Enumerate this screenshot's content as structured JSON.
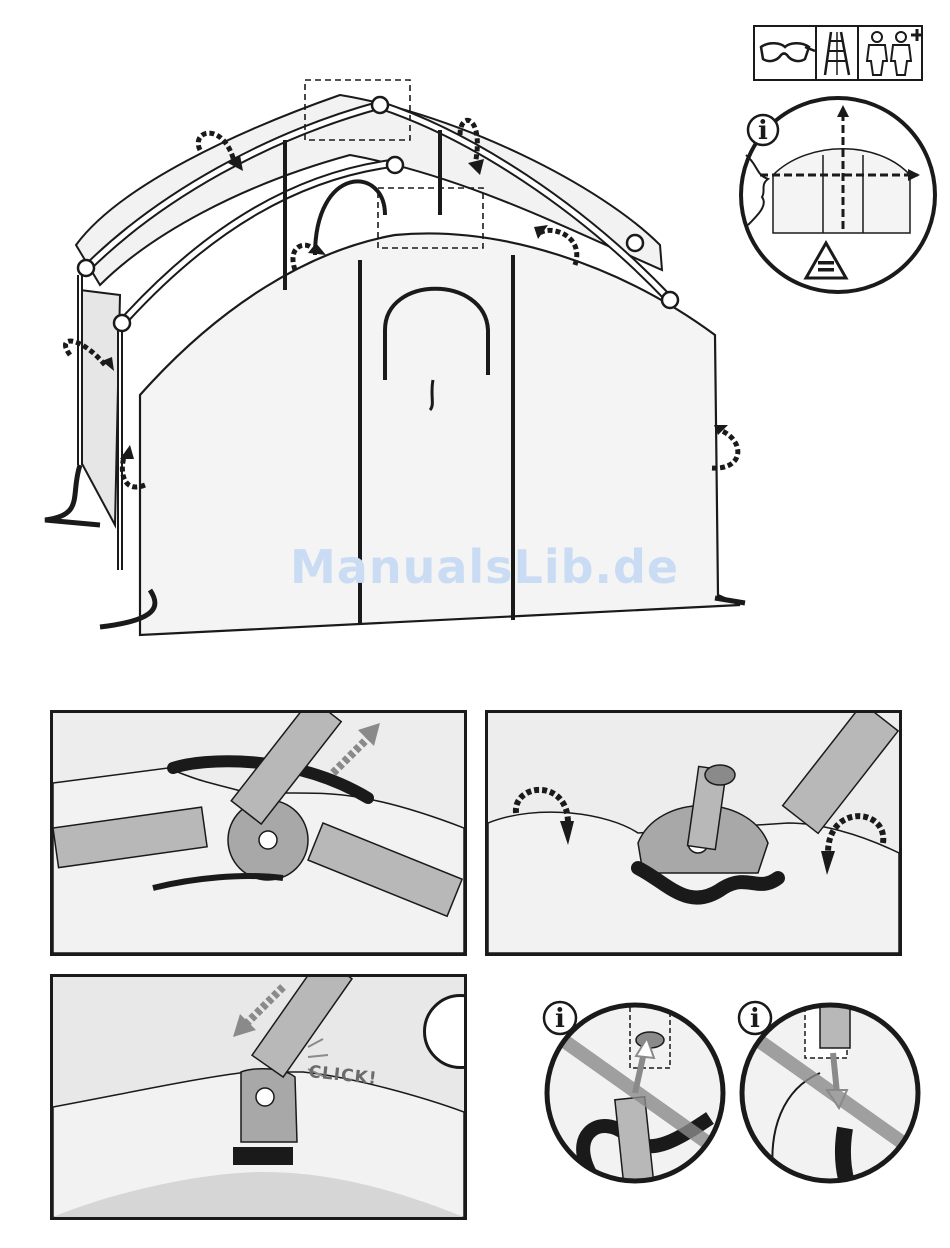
{
  "watermark": {
    "text": "ManualsLib.de"
  },
  "safety_icons": [
    "safety-glasses-icon",
    "ladder-icon",
    "two-persons-plus-icon"
  ],
  "info_callout": {
    "letter": "i",
    "symbol": "equal-sign-icon"
  },
  "panels": {
    "step1": {
      "arrow": "dashed-arrow-up-icon"
    },
    "step2": {
      "arrows": [
        "curved-arrow-icon",
        "curved-arrow-icon"
      ]
    },
    "step3": {
      "label": "CLICK!",
      "arrow": "dashed-arrow-down-icon"
    }
  },
  "tips": [
    {
      "letter": "i",
      "kind": "prohibited"
    },
    {
      "letter": "i",
      "kind": "prohibited"
    }
  ],
  "colors": {
    "line": "#1a1a1a",
    "fabric": "#ececec",
    "pole": "#b5b5b5",
    "hub": "#a8a8a8",
    "watermark": "#c9dcf4"
  }
}
